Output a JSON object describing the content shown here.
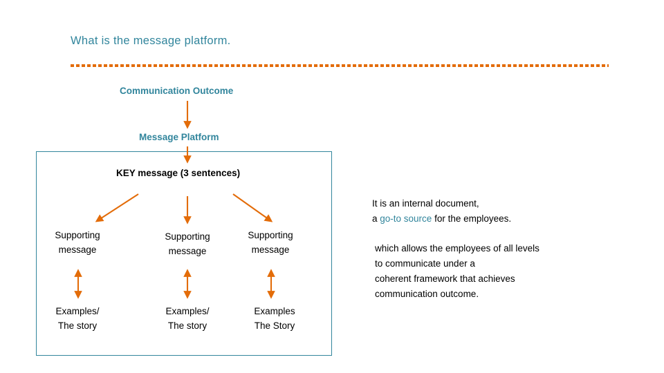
{
  "slide": {
    "title": "What is the message platform.",
    "divider_color": "#E36C09",
    "accent_color": "#31859C",
    "arrow_color": "#E36C09",
    "diagram": {
      "communication_outcome_label": "Communication Outcome",
      "message_platform_label": "Message Platform",
      "key_message_label": "KEY message (3 sentences)",
      "supporting_messages": [
        {
          "line1": "Supporting",
          "line2": "message"
        },
        {
          "line1": "Supporting",
          "line2": "message"
        },
        {
          "line1": "Supporting",
          "line2": "message"
        }
      ],
      "examples": [
        {
          "line1": "Examples/",
          "line2": "The story"
        },
        {
          "line1": "Examples/",
          "line2": "The story"
        },
        {
          "line1": "Examples",
          "line2": "The Story"
        }
      ]
    },
    "notes": {
      "para1_line1": "It is an internal document,",
      "para1_line2_pre": "a ",
      "para1_line2_accent": "go-to source",
      "para1_line2_post": " for the employees.",
      "para2_line1": "which allows the employees of all levels",
      "para2_line2": "to communicate under a",
      "para2_line3": "coherent framework that achieves",
      "para2_line4": "communication outcome."
    }
  }
}
